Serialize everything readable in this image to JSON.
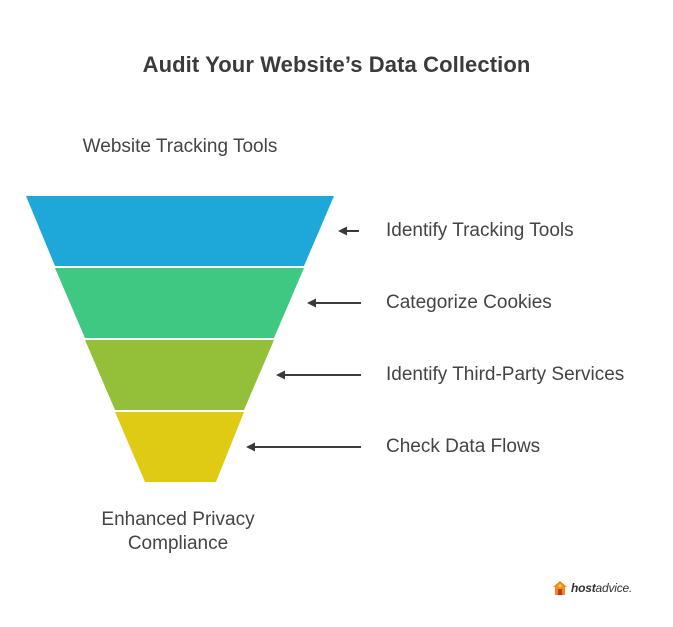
{
  "title": "Audit Your Website’s Data Collection",
  "funnel": {
    "top_label": "Website Tracking Tools",
    "bottom_label": [
      "Enhanced Privacy",
      "Compliance"
    ],
    "steps": [
      {
        "label": "Identify Tracking Tools",
        "color": "#1ea8da"
      },
      {
        "label": "Categorize Cookies",
        "color": "#3fc882"
      },
      {
        "label": "Identify Third-Party Services",
        "color": "#93bf39"
      },
      {
        "label": "Check Data Flows",
        "color": "#e0cb14"
      }
    ]
  },
  "logo": {
    "brand_bold": "host",
    "brand_rest": "advice.",
    "icon": "hostadvice-house-icon"
  }
}
